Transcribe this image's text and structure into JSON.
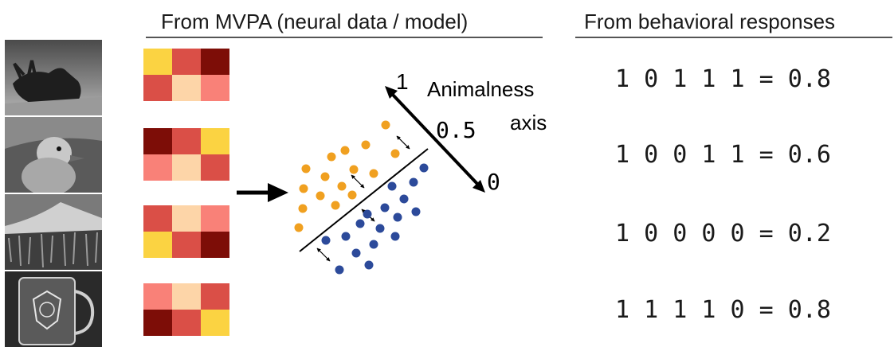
{
  "headers": {
    "mvpa": "From MVPA (neural data / model)",
    "behavior": "From behavioral responses"
  },
  "stimuli": [
    {
      "icon": "moose-photo"
    },
    {
      "icon": "duckling-photo"
    },
    {
      "icon": "mountain-landscape-photo"
    },
    {
      "icon": "glass-mug-photo"
    }
  ],
  "patterns": [
    {
      "cells": [
        "#fbd342",
        "#da4f47",
        "#7d0d07",
        "#da4f47",
        "#fdd5a8",
        "#f98178"
      ]
    },
    {
      "cells": [
        "#7d0d07",
        "#da4f47",
        "#fbd342",
        "#f98178",
        "#fdd5a8",
        "#da4f47"
      ]
    },
    {
      "cells": [
        "#da4f47",
        "#fdd5a8",
        "#f98178",
        "#fbd342",
        "#da4f47",
        "#7d0d07"
      ]
    },
    {
      "cells": [
        "#f98178",
        "#fdd5a8",
        "#da4f47",
        "#7d0d07",
        "#da4f47",
        "#fbd342"
      ]
    }
  ],
  "axis": {
    "title_line1": "Animalness",
    "title_line2": "axis",
    "label_top": "1",
    "label_mid": "0.5",
    "label_bottom": "0"
  },
  "colors": {
    "animal_points": "#f0a020",
    "nonanimal_points": "#2c4a9a",
    "arrow": "#000000"
  },
  "responses": [
    {
      "text": "1 0 1 1 1 = 0.8"
    },
    {
      "text": "1 0 0 1 1 = 0.6"
    },
    {
      "text": "1 0 0 0 0 = 0.2"
    },
    {
      "text": "1 1 1 1 0 = 0.8"
    }
  ]
}
